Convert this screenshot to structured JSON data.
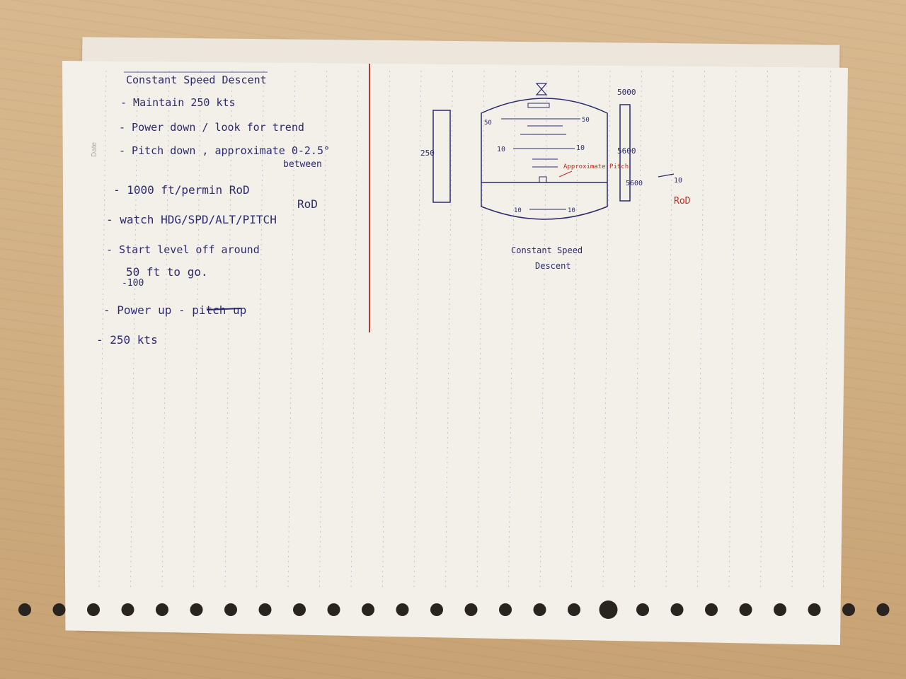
{
  "page": {
    "date_label": "Date"
  },
  "notes": {
    "title": "Constant Speed Descent",
    "lines": [
      "- Maintain 250 kts",
      "- Power down / look for trend",
      "- Pitch down , approximate 0-2.5°",
      "between",
      "- 1000 ft/permin RoD",
      "RoD",
      "- watch HDG/SPD/ALT/PITCH",
      "- Start level off around",
      "50 ft   to go.",
      "-100",
      "- Power up - pitch up",
      "- 250 kts"
    ]
  },
  "diagram": {
    "speed_tape_label": "250",
    "pitch_labels": {
      "top_left": "50",
      "top_right": "50",
      "mid_left": "10",
      "mid_right": "10",
      "low_left": "10",
      "low_right": "10"
    },
    "annotation": "Approximate Pitch",
    "alt_top": "5000",
    "alt_mid": "5600",
    "alt_box": "5600",
    "vsi_label": "10",
    "vsi_sub": "RoD",
    "caption_1": "Constant Speed",
    "caption_2": "Descent"
  },
  "colors": {
    "ink": "#2c2a6e",
    "red_ink": "#c8281e",
    "margin_line": "#c0392b",
    "grid": "#bdb7c9"
  }
}
